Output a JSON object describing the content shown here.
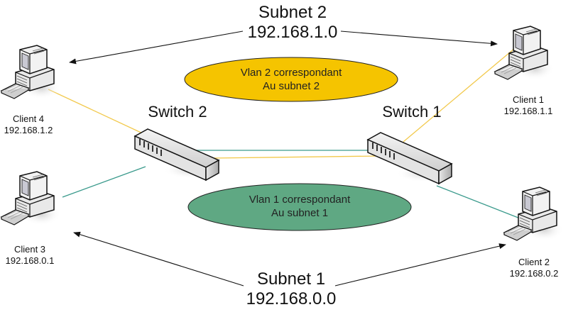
{
  "diagram": {
    "subnets": [
      {
        "id": "subnet2",
        "name": "Subnet 2",
        "address": "192.168.1.0"
      },
      {
        "id": "subnet1",
        "name": "Subnet 1",
        "address": "192.168.0.0"
      }
    ],
    "vlans": [
      {
        "id": "vlan2",
        "line1": "Vlan 2 correspondant",
        "line2": "Au subnet 2",
        "color": "#F5C400"
      },
      {
        "id": "vlan1",
        "line1": "Vlan 1 correspondant",
        "line2": "Au subnet 1",
        "color": "#5FA883"
      }
    ],
    "switches": [
      {
        "id": "switch1",
        "label": "Switch 1"
      },
      {
        "id": "switch2",
        "label": "Switch 2"
      }
    ],
    "clients": [
      {
        "id": "client1",
        "name": "Client 1",
        "ip": "192.168.1.1",
        "vlan": "vlan2"
      },
      {
        "id": "client2",
        "name": "Client 2",
        "ip": "192.168.0.2",
        "vlan": "vlan1"
      },
      {
        "id": "client3",
        "name": "Client 3",
        "ip": "192.168.0.1",
        "vlan": "vlan1"
      },
      {
        "id": "client4",
        "name": "Client 4",
        "ip": "192.168.1.2",
        "vlan": "vlan2"
      }
    ],
    "link_colors": {
      "vlan2": "#F2C94C",
      "vlan1": "#3A9A8C"
    }
  }
}
